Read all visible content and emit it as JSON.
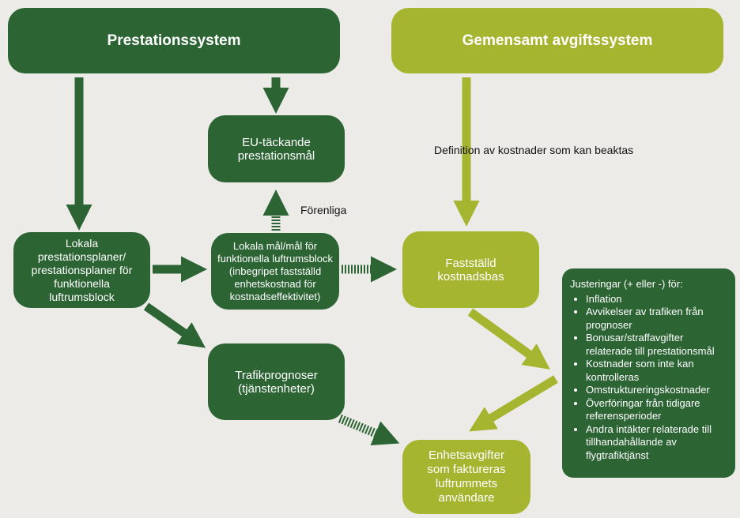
{
  "headers": {
    "performance": "Prestationssystem",
    "charging": "Gemensamt avgiftssystem"
  },
  "boxes": {
    "eu_targets": "EU-täckande prestationsmål",
    "local_plans": "Lokala prestationsplaner/ prestationsplaner för funktionella luftrumsblock",
    "local_targets": "Lokala mål/mål för funktionella luftrumsblock (inbegripet fastställd enhetskostnad för kostnadseffektivitet)",
    "traffic": "Trafikprognoser (tjänstenheter)",
    "cost_base": "Fastställd kostnadsbas",
    "unit_rates": "Enhetsavgifter som faktureras luftrummets användare"
  },
  "labels": {
    "consistent": "Förenliga",
    "definition": "Definition av kostnader som kan beaktas"
  },
  "adjustments": {
    "title": "Justeringar (+ eller -) för:",
    "items": [
      "Inflation",
      "Avvikelser av trafiken från prognoser",
      "Bonusar/straffavgifter relaterade till prestationsmål",
      "Kostnader som inte kan kontrolleras",
      "Omstruktureringskostnader",
      "Överföringar från tidigare referensperioder",
      "Andra intäkter relaterade till tillhandahållande av flygtrafiktjänst"
    ]
  },
  "colors": {
    "dark": "#2c6434",
    "light": "#a6b52f"
  }
}
